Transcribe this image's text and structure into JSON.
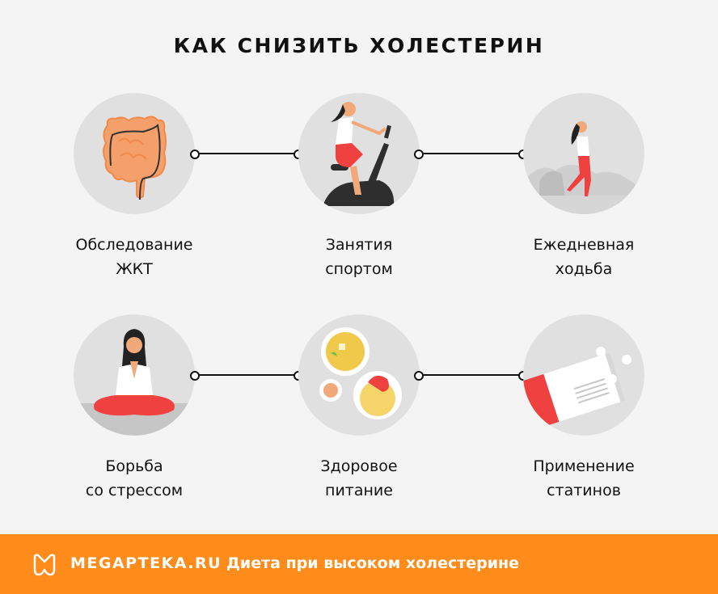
{
  "title": "КАК СНИЗИТЬ ХОЛЕСТЕРИН",
  "steps": [
    {
      "line1": "Обследование",
      "line2": "ЖКТ",
      "icon": "intestine-icon"
    },
    {
      "line1": "Занятия",
      "line2": "спортом",
      "icon": "exercise-bike-icon"
    },
    {
      "line1": "Ежедневная",
      "line2": "ходьба",
      "icon": "walking-woman-icon"
    },
    {
      "line1": "Борьба",
      "line2": "со стрессом",
      "icon": "meditation-icon"
    },
    {
      "line1": "Здоровое",
      "line2": "питание",
      "icon": "healthy-food-icon"
    },
    {
      "line1": "Применение",
      "line2": "статинов",
      "icon": "pills-box-icon"
    }
  ],
  "footer": {
    "brand": "MEGAPTEKA.RU",
    "title": "Диета при высоком холестерине",
    "color": "#ff8b1a"
  },
  "colors": {
    "background": "#f4f4f4",
    "circle": "#e0e0e0",
    "accent_red": "#f04141",
    "intestine": "#f5a06b"
  }
}
